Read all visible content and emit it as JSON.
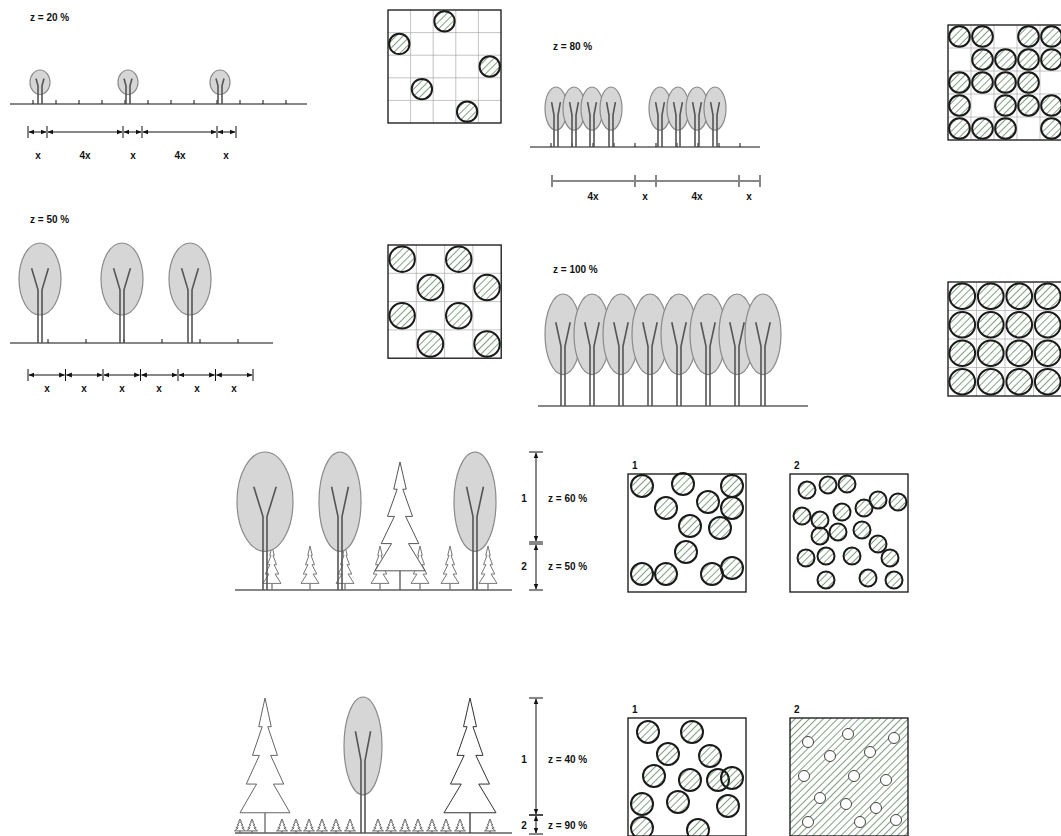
{
  "diagram": {
    "labels": [
      "z = 20 %",
      "x",
      "4x",
      "x",
      "4x",
      "x",
      "z = 80 %",
      "4x",
      "x",
      "4x",
      "x",
      "z = 50 %",
      "x",
      "x",
      "x",
      "x",
      "x",
      "x",
      "z = 100 %",
      "1",
      "z = 60 %",
      "2",
      "z = 50 %",
      "1",
      "2",
      "1",
      "z = 40 %",
      "2",
      "z = 90 %",
      "1",
      "2"
    ]
  }
}
